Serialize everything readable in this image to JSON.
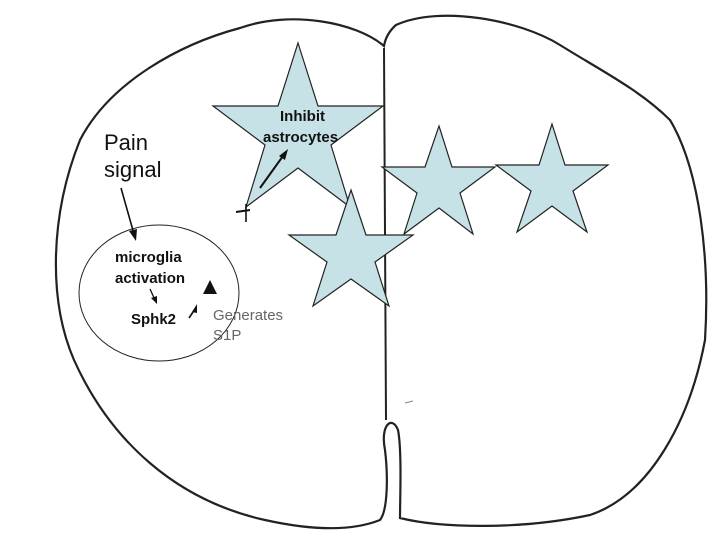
{
  "labels": {
    "pain_line1": "Pain",
    "pain_line2": "signal",
    "microglia_line1": "microglia",
    "microglia_line2": "activation",
    "sphk2": "Sphk2",
    "generates_line1": "Generates",
    "generates_line2": "S1P",
    "inhibit_line1": "Inhibit",
    "inhibit_line2": "astrocytes"
  },
  "colors": {
    "star_fill": "#c6e2e6",
    "outline": "#222222",
    "gray_text": "#666666"
  },
  "icons": {
    "triangle": "black-up-triangle",
    "star": "astrocyte-star",
    "synapse": "inhibit-synapse-symbol"
  }
}
